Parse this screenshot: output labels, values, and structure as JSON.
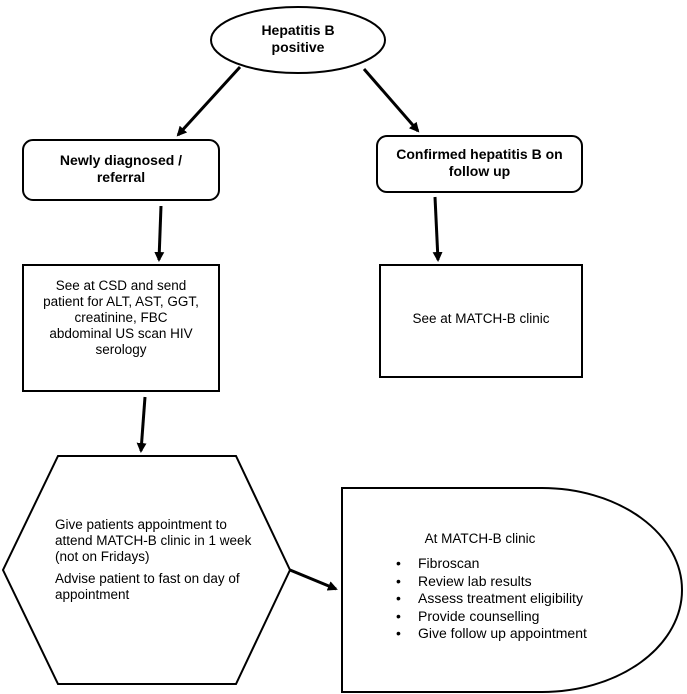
{
  "nodes": {
    "start": {
      "text": "Hepatitis B positive"
    },
    "newly": {
      "text": "Newly diagnosed / referral"
    },
    "confirmed": {
      "text": "Confirmed hepatitis B on follow up"
    },
    "see_csd": {
      "text": "See at CSD and send patient for ALT, AST, GGT, creatinine, FBC abdominal US scan HIV serology"
    },
    "see_match": {
      "text": "See at MATCH-B clinic"
    },
    "appointment": {
      "line1": "Give patients appointment to attend MATCH-B clinic in 1 week (not on Fridays)",
      "line2": "Advise patient to fast on day of appointment"
    },
    "clinic": {
      "title": "At MATCH-B clinic",
      "items": [
        "Fibroscan",
        "Review lab results",
        "Assess treatment eligibility",
        "Provide counselling",
        "Give follow up appointment"
      ]
    }
  }
}
